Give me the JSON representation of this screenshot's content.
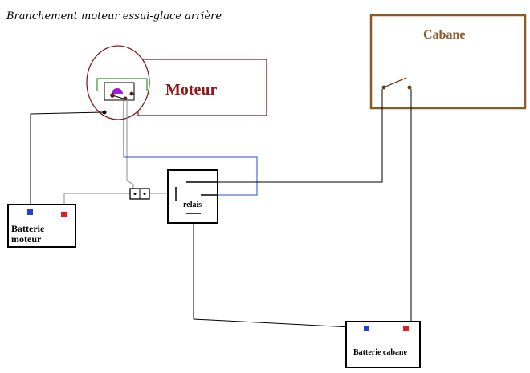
{
  "title": "Branchement moteur essui-glace arrière",
  "motor": {
    "label": "Moteur"
  },
  "cabin": {
    "label": "Cabane"
  },
  "relay": {
    "label": "relais"
  },
  "engine_battery": {
    "line1": "Batterie",
    "line2": "moteur"
  },
  "cabin_battery": {
    "label": "Batterie cabane"
  },
  "colors": {
    "motor_frame": "#8b1a1a",
    "cabin_frame": "#8b5a2b",
    "wire_black": "#000000",
    "wire_grey": "#8c8c8c",
    "wire_blue": "#2b4bd8",
    "wire_green": "#2a9a2a",
    "terminal_negative": "#1f3fd6",
    "terminal_positive": "#e02020",
    "switch_brown": "#6b3a1a",
    "motor_purple": "#9b1fd0"
  }
}
